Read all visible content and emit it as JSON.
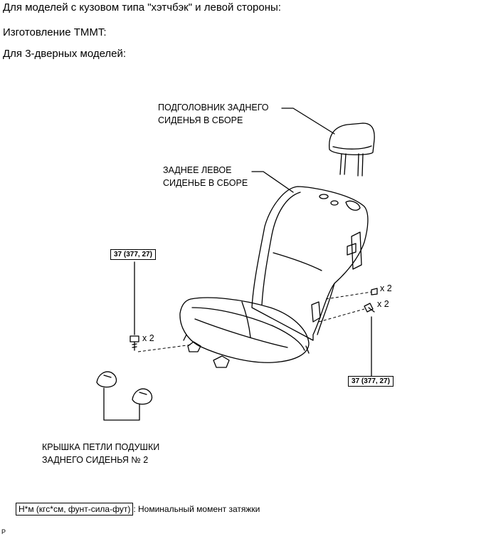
{
  "header": {
    "line1": "Для моделей с кузовом типа \"хэтчбэк\" и левой стороны:",
    "line2": "Изготовление TMMT:",
    "line3": "Для 3-дверных моделей:"
  },
  "labels": {
    "headrest_line1": "ПОДГОЛОВНИК ЗАДНЕГО",
    "headrest_line2": "СИДЕНЬЯ В СБОРЕ",
    "seat_line1": "ЗАДНЕЕ ЛЕВОЕ",
    "seat_line2": "СИДЕНЬЕ В СБОРЕ",
    "cover_line1": "КРЫШКА ПЕТЛИ ПОДУШКИ",
    "cover_line2": "ЗАДНЕГО СИДЕНЬЯ № 2"
  },
  "torque": {
    "left": "37 (377, 27)",
    "right": "37 (377, 27)"
  },
  "quantities": {
    "left_bolt": "x 2",
    "right_upper": "x 2",
    "right_lower": "x 2"
  },
  "legend": {
    "units": "Н*м (кгс*см, фунт-сила-фут)",
    "text": ": Номинальный момент затяжки"
  },
  "corner_mark": "P"
}
